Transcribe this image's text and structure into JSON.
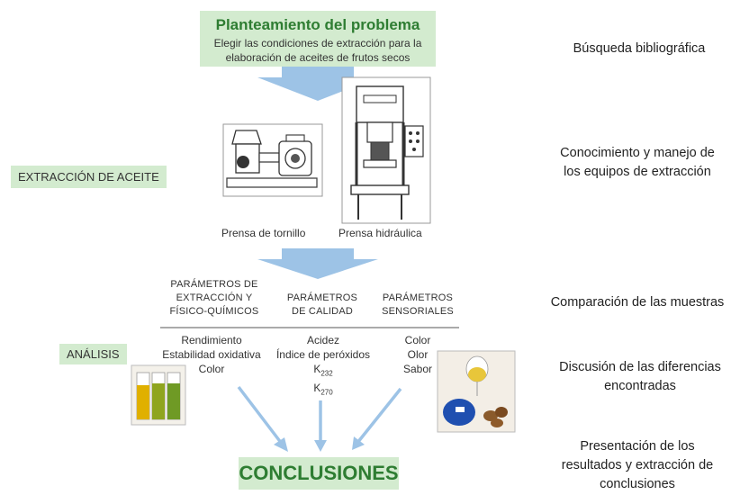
{
  "problem": {
    "title": "Planteamiento del problema",
    "desc_line1": "Elegir las condiciones de extracción para la",
    "desc_line2": "elaboración de aceites de frutos secos"
  },
  "side_labels": {
    "extraction": "EXTRACCIÓN DE ACEITE",
    "analysis": "ANÁLISIS",
    "conclusions": "CONCLUSIONES"
  },
  "equipment": {
    "screw_press": "Prensa de tornillo",
    "hydraulic_press": "Prensa hidráulica"
  },
  "parameters": [
    {
      "head_lines": [
        "PARÁMETROS DE",
        "EXTRACCIÓN Y",
        "FÍSICO-QUÍMICOS"
      ],
      "values": [
        "Rendimiento",
        "Estabilidad oxidativa",
        "Color"
      ]
    },
    {
      "head_lines": [
        "PARÁMETROS",
        "DE CALIDAD"
      ],
      "values": [
        "Acidez",
        "Índice de peróxidos"
      ],
      "k1_base": "K",
      "k1_sub": "232",
      "k2_base": "K",
      "k2_sub": "270"
    },
    {
      "head_lines": [
        "PARÁMETROS",
        "SENSORIALES"
      ],
      "values": [
        "Color",
        "Olor",
        "Sabor"
      ]
    }
  ],
  "right_column": {
    "step1": "Búsqueda bibliográfica",
    "step2_line1": "Conocimiento y manejo de",
    "step2_line2": "los equipos de extracción",
    "step3": "Comparación de las muestras",
    "step4_line1": "Discusión de las diferencias",
    "step4_line2": "encontradas",
    "step5_line1": "Presentación de los",
    "step5_line2": "resultados y extracción de",
    "step5_line3": "conclusiones"
  },
  "colors": {
    "green_box": "#d3ebcf",
    "green_text": "#2e7d32",
    "arrow_blue": "#9dc3e6"
  }
}
